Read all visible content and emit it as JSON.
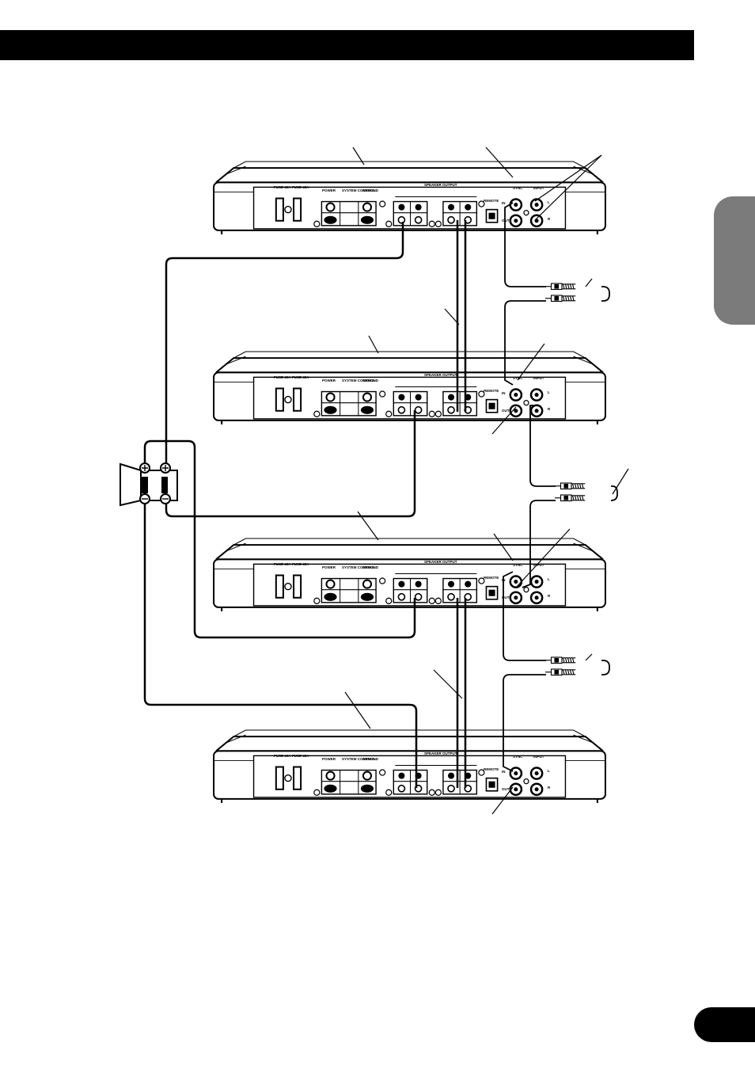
{
  "page": {
    "header_bar": "",
    "side_tab": "",
    "page_number_badge": ""
  },
  "amplifier_panel": {
    "fuse_left": "FUSE 40A",
    "fuse_right": "FUSE 40A",
    "power": "POWER",
    "system_control": "SYSTEM CONTROL",
    "ground": "GROUND",
    "speaker_output": "SPEAKER OUTPUT",
    "remote": "REMOTE",
    "sync": "SYNC",
    "input": "INPUT",
    "in": "IN",
    "out": "OUT",
    "l": "L",
    "r": "R",
    "plus": "+",
    "minus": "−"
  },
  "colors": {
    "ink": "#000000",
    "side_tab": "#7b7b7b",
    "panel_fill": "#ffffff"
  }
}
